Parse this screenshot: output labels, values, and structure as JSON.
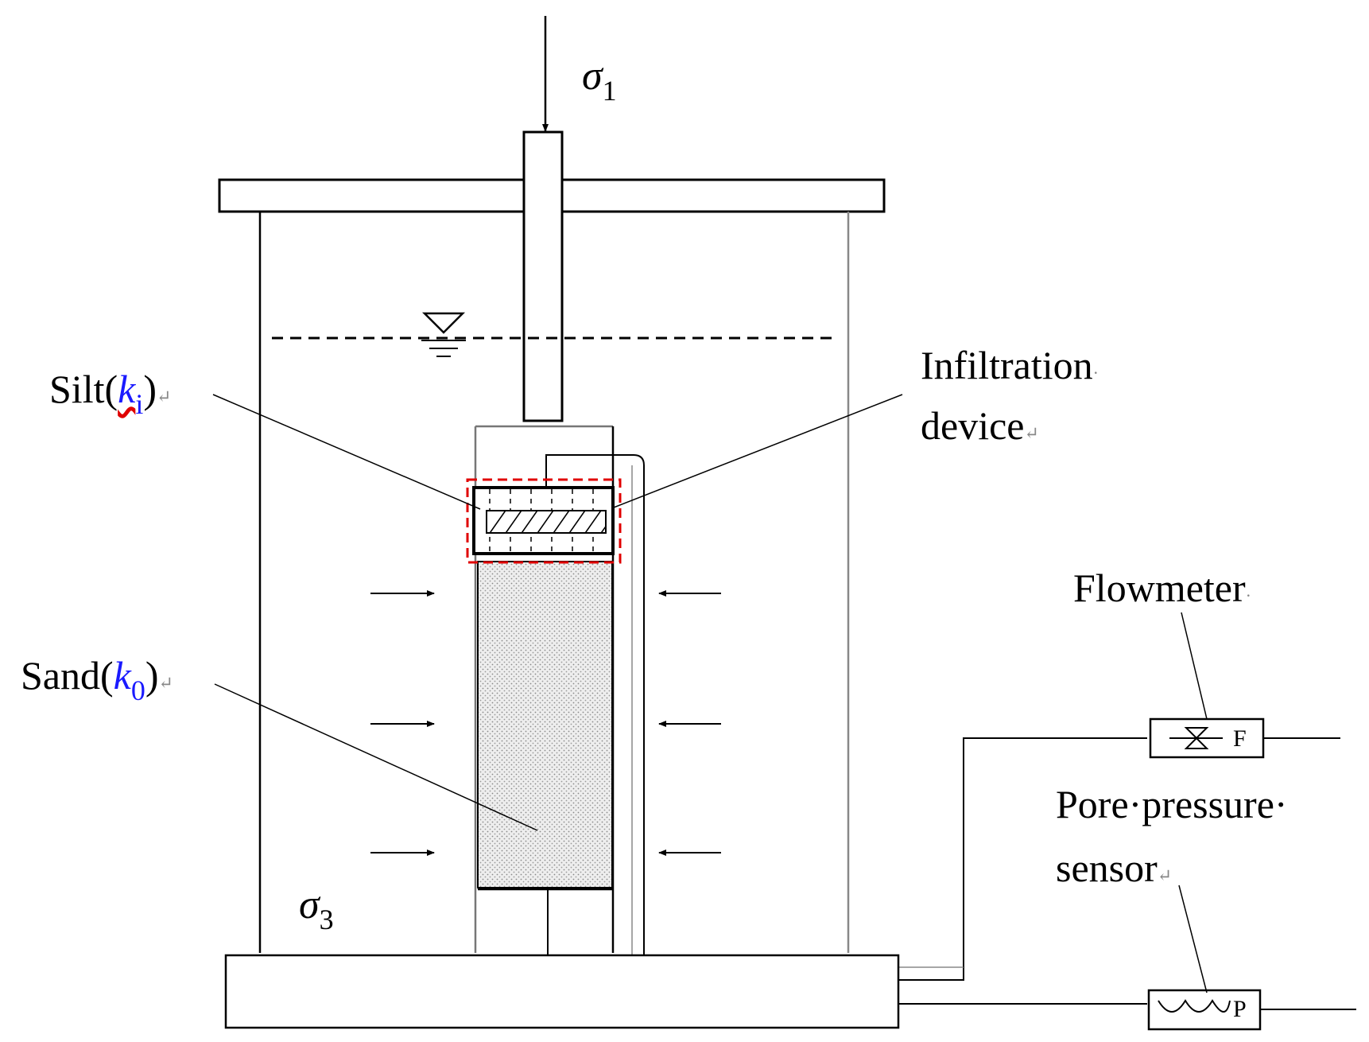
{
  "labels": {
    "sigma1": {
      "symbol": "σ",
      "sub": "1"
    },
    "sigma3": {
      "symbol": "σ",
      "sub": "3"
    },
    "silt": {
      "prefix": "Silt(",
      "k": "k",
      "ksub": "i",
      "suffix": ")"
    },
    "sand": {
      "prefix": "Sand(",
      "k": "k",
      "ksub": "0",
      "suffix": ")"
    },
    "infiltration_line1": "Infiltration",
    "infiltration_line2": "device",
    "flowmeter": "Flowmeter",
    "pore_line1": "Pore·pressure·",
    "pore_line2": "sensor",
    "flowmeter_device": "F",
    "pressure_device": "P",
    "return_mark": "↵",
    "space_mark": "·"
  },
  "colors": {
    "line": "#000000",
    "gray_line": "#999999",
    "highlight": "#e00000",
    "k_symbol": "#1a1aff",
    "sand_fill": "#e6e6e6"
  }
}
